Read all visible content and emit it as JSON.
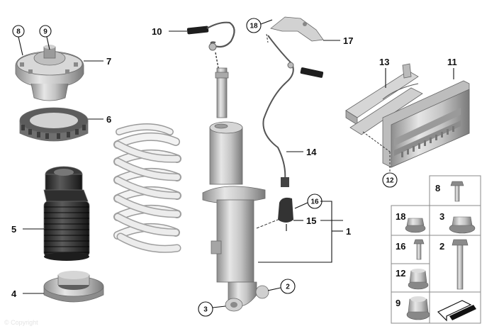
{
  "callouts": {
    "c1": "1",
    "c2": "2",
    "c3": "3",
    "c4": "4",
    "c5": "5",
    "c6": "6",
    "c7": "7",
    "c8": "8",
    "c9": "9",
    "c10": "10",
    "c11": "11",
    "c12": "12",
    "c13": "13",
    "c14": "14",
    "c15": "15",
    "c16": "16",
    "c17": "17",
    "c18": "18"
  },
  "fastener_grid": {
    "cell_8": "8",
    "cell_18": "18",
    "cell_3": "3",
    "cell_16": "16",
    "cell_2": "2",
    "cell_12": "12",
    "cell_9": "9"
  },
  "watermark": "© Copyright"
}
